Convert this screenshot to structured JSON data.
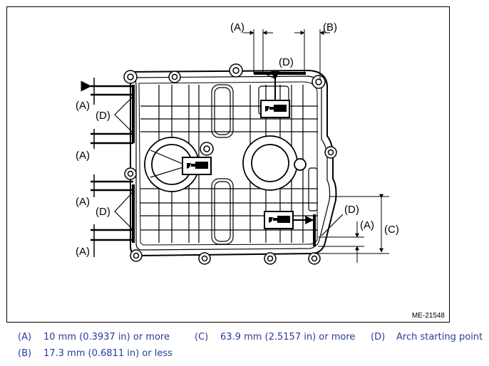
{
  "figure": {
    "id": "ME-21548",
    "callouts": {
      "A": "(A)",
      "B": "(B)",
      "C": "(C)",
      "D": "(D)"
    }
  },
  "legend": [
    {
      "key": "(A)",
      "text": "10 mm (0.3937 in) or more"
    },
    {
      "key": "(C)",
      "text": "63.9 mm (2.5157 in) or more"
    },
    {
      "key": "(D)",
      "text": "Arch starting point"
    },
    {
      "key": "(B)",
      "text": "17.3 mm (0.6811 in) or less"
    }
  ],
  "icons": [
    "sealant-gun-icon",
    "sealant-gun-icon",
    "sealant-gun-icon"
  ]
}
